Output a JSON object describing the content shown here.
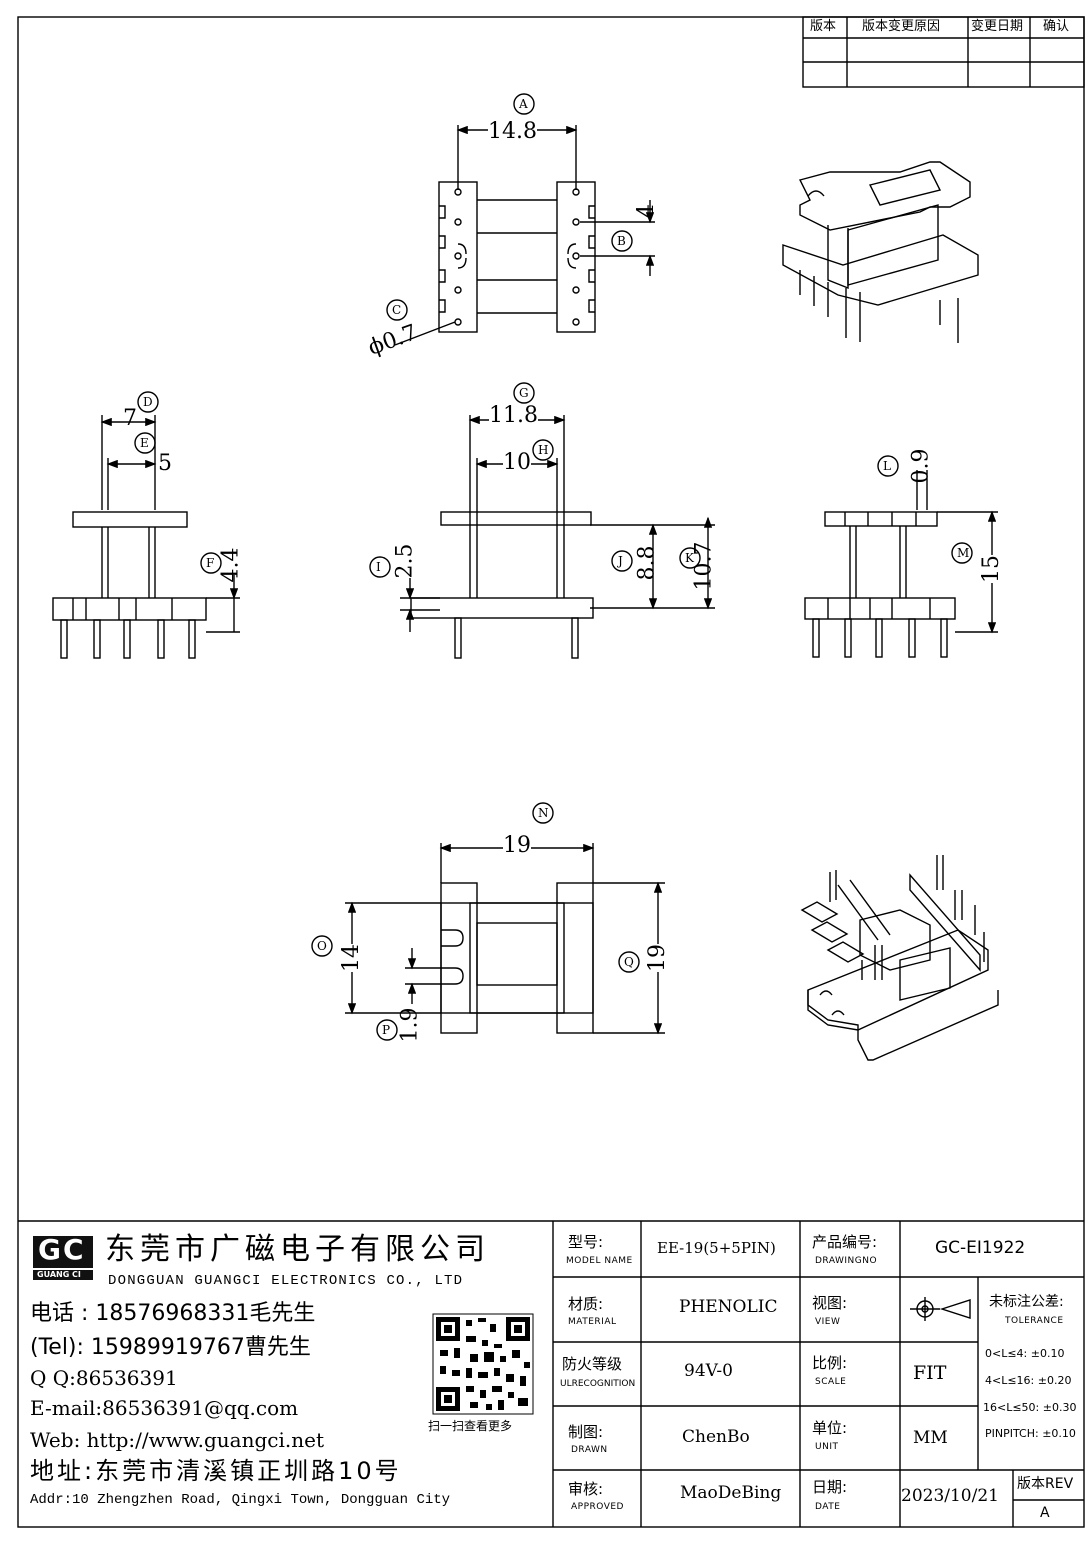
{
  "revision_table": {
    "headers": [
      "版本",
      "版本变更原因",
      "变更日期",
      "确认"
    ]
  },
  "dimensions": {
    "A": {
      "letter": "A",
      "value": "14.8"
    },
    "B": {
      "letter": "B",
      "value": "4"
    },
    "C": {
      "letter": "C",
      "value": "ϕ0.7"
    },
    "D": {
      "letter": "D",
      "value": "7"
    },
    "E": {
      "letter": "E",
      "value": "5"
    },
    "F": {
      "letter": "F",
      "value": "4.4"
    },
    "G": {
      "letter": "G",
      "value": "11.8"
    },
    "H": {
      "letter": "H",
      "value": "10"
    },
    "I": {
      "letter": "I",
      "value": "2.5"
    },
    "J": {
      "letter": "J",
      "value": "8.8"
    },
    "K": {
      "letter": "K",
      "value": "10.7"
    },
    "L": {
      "letter": "L",
      "value": "0.9"
    },
    "M": {
      "letter": "M",
      "value": "15"
    },
    "N": {
      "letter": "N",
      "value": "19"
    },
    "O": {
      "letter": "O",
      "value": "14"
    },
    "P": {
      "letter": "P",
      "value": "1.9"
    },
    "Q": {
      "letter": "Q",
      "value": "19"
    }
  },
  "company": {
    "logo_text": "GC",
    "logo_subtitle": "GUANG CI",
    "name_cn": "东莞市广磁电子有限公司",
    "name_en": "DONGGUAN GUANGCI ELECTRONICS CO., LTD",
    "phone1": "电话 : 18576968331毛先生",
    "phone2": "(Tel): 15989919767曹先生",
    "qq": "Q Q:86536391",
    "email": "E-mail:86536391@qq.com",
    "web": "Web: http://www.guangci.net",
    "address_cn": "地址:东莞市清溪镇正圳路10号",
    "address_en": "Addr:10 Zhengzhen Road, Qingxi Town, Dongguan City",
    "qr_caption": "扫一扫查看更多"
  },
  "title_block": {
    "model_label_cn": "型号:",
    "model_label_en": "MODEL NAME",
    "model_value": "EE-19(5+5PIN)",
    "drawing_no_label_cn": "产品编号:",
    "drawing_no_label_en": "DRAWINGNO",
    "drawing_no_value": "GC-EI1922",
    "material_label_cn": "材质:",
    "material_label_en": "MATERIAL",
    "material_value": "PHENOLIC",
    "view_label_cn": "视图:",
    "view_label_en": "VIEW",
    "tolerance_label_cn": "未标注公差:",
    "tolerance_label_en": "TOLERANCE",
    "tolerance_rows": [
      "0<L≤4: ±0.10",
      "4<L≤16: ±0.20",
      "16<L≤50: ±0.30",
      "PINPITCH: ±0.10"
    ],
    "flame_label_cn": "防火等级",
    "flame_label_en": "ULRECOGNITION",
    "flame_value": "94V-0",
    "scale_label_cn": "比例:",
    "scale_label_en": "SCALE",
    "scale_value": "FIT",
    "drawn_label_cn": "制图:",
    "drawn_label_en": "DRAWN",
    "drawn_value": "ChenBo",
    "unit_label_cn": "单位:",
    "unit_label_en": "UNIT",
    "unit_value": "MM",
    "approved_label_cn": "审核:",
    "approved_label_en": "APPROVED",
    "approved_value": "MaoDeBing",
    "date_label_cn": "日期:",
    "date_label_en": "DATE",
    "date_value": "2023/10/21",
    "rev_label": "版本REV",
    "rev_value": "A"
  }
}
